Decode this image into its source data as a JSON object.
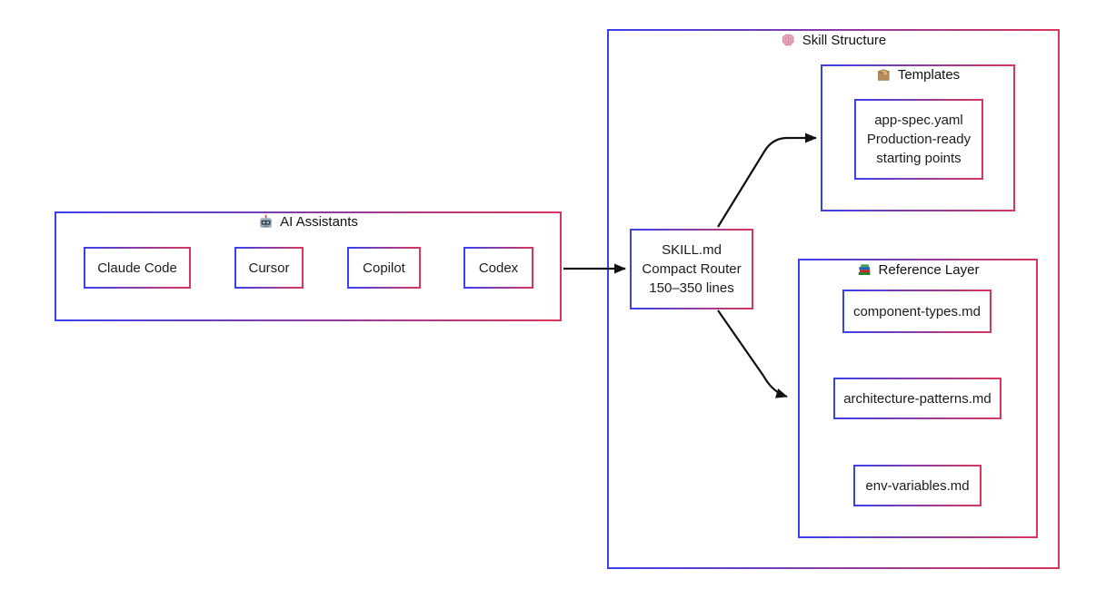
{
  "diagram": {
    "colors": {
      "border_blue": "#3940ec",
      "border_red": "#d9365c",
      "arrow": "#111111",
      "text": "#1c1c1c"
    },
    "assistants": {
      "title": "AI Assistants",
      "icon": "robot-icon",
      "items": [
        {
          "label": "Claude Code"
        },
        {
          "label": "Cursor"
        },
        {
          "label": "Copilot"
        },
        {
          "label": "Codex"
        }
      ]
    },
    "skill": {
      "title": "Skill Structure",
      "icon": "brain-icon",
      "router": {
        "lines": [
          "SKILL.md",
          "Compact Router",
          "150–350 lines"
        ]
      },
      "templates": {
        "title": "Templates",
        "icon": "package-icon",
        "node": {
          "lines": [
            "app-spec.yaml",
            "Production-ready",
            "starting points"
          ]
        }
      },
      "reference": {
        "title": "Reference Layer",
        "icon": "books-icon",
        "items": [
          {
            "label": "component-types.md"
          },
          {
            "label": "architecture-patterns.md"
          },
          {
            "label": "env-variables.md"
          }
        ]
      }
    }
  }
}
